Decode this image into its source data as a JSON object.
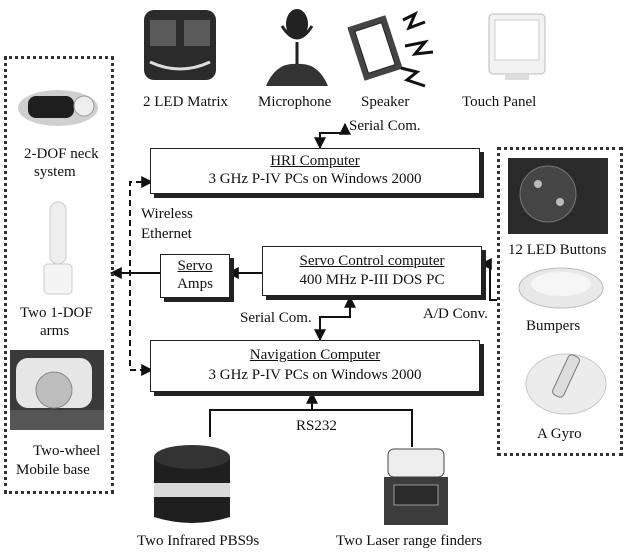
{
  "devices_top": {
    "led_matrix": "2 LED Matrix",
    "microphone": "Microphone",
    "speaker": "Speaker",
    "touch_panel": "Touch Panel"
  },
  "left_panel": {
    "neck": [
      "2-DOF neck",
      "system"
    ],
    "arms": [
      "Two 1-DOF",
      "arms"
    ],
    "base": [
      "Two-wheel",
      "Mobile base"
    ]
  },
  "right_panel": {
    "buttons": "12 LED Buttons",
    "bumpers": "Bumpers",
    "gyro": "A Gyro"
  },
  "boxes": {
    "hri": {
      "title": "HRI Computer",
      "subtitle": "3 GHz P-IV PCs on Windows 2000"
    },
    "servo_control": {
      "title": "Servo Control computer",
      "subtitle": "400 MHz P-III DOS PC"
    },
    "servo_amps": {
      "title": "Servo",
      "subtitle": "Amps"
    },
    "navigation": {
      "title": "Navigation Computer",
      "subtitle": "3 GHz P-IV PCs on Windows 2000"
    }
  },
  "links": {
    "serial_top": "Serial Com.",
    "wireless": [
      "Wireless",
      "Ethernet"
    ],
    "serial_mid": "Serial Com.",
    "ad_conv": "A/D Conv.",
    "rs232": "RS232"
  },
  "sensors_bottom": {
    "infrared": "Two Infrared PBS9s",
    "laser": "Two Laser range finders"
  }
}
